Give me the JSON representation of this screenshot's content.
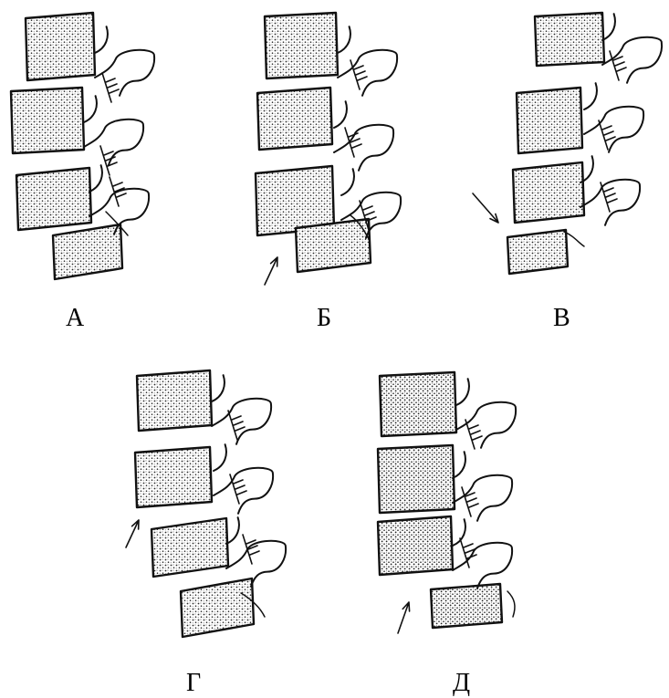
{
  "figure": {
    "panels": [
      {
        "id": "A",
        "label": "А",
        "vertebrae": 4,
        "arrow": false
      },
      {
        "id": "B",
        "label": "Б",
        "vertebrae": 4,
        "arrow": true
      },
      {
        "id": "V",
        "label": "В",
        "vertebrae": 4,
        "arrow": true
      },
      {
        "id": "G",
        "label": "Г",
        "vertebrae": 4,
        "arrow": true
      },
      {
        "id": "D",
        "label": "Д",
        "vertebrae": 4,
        "arrow": true
      }
    ]
  },
  "colors": {
    "ink": "#111111",
    "stipple": "#2a2a2a",
    "background": "#ffffff"
  }
}
